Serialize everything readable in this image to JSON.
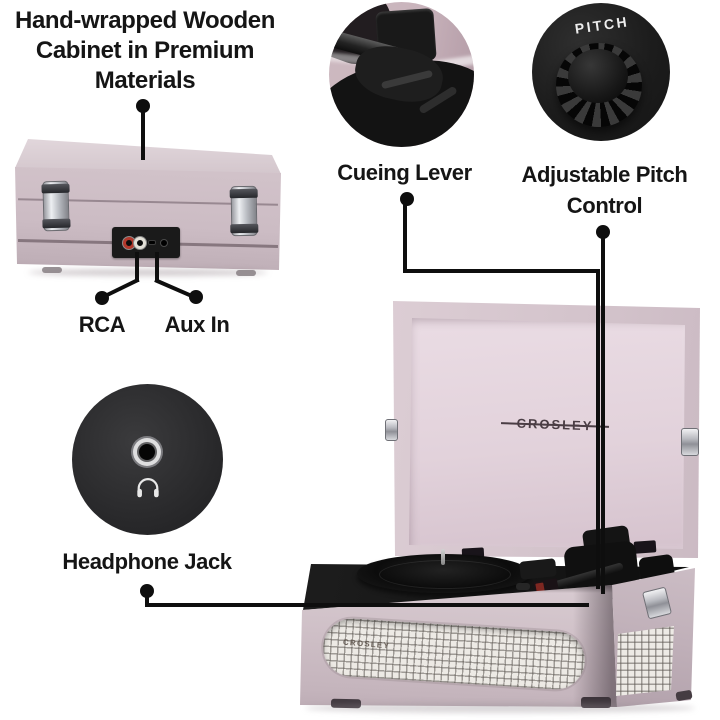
{
  "callouts": {
    "cabinet_feature": {
      "lines": [
        "Hand-wrapped Wooden",
        "Cabinet in Premium",
        "Materials"
      ]
    },
    "cueing_lever": {
      "label": "Cueing Lever"
    },
    "pitch_control": {
      "lines": [
        "Adjustable Pitch",
        "Control"
      ],
      "knob_label": "PITCH"
    },
    "rca": {
      "label": "RCA"
    },
    "aux_in": {
      "label": "Aux In"
    },
    "headphone_jack": {
      "label": "Headphone Jack"
    }
  },
  "product": {
    "lid_brand": "CROSLEY",
    "grille_brand": "CROSLEY"
  },
  "colors": {
    "background": "#ffffff",
    "body_pink": "#cfc0c8",
    "lid_inner_pink": "#e6d8e0",
    "deck_black": "#141414",
    "grille": "#edeae5",
    "leader_line": "#0e0e0e",
    "text": "#151515"
  }
}
